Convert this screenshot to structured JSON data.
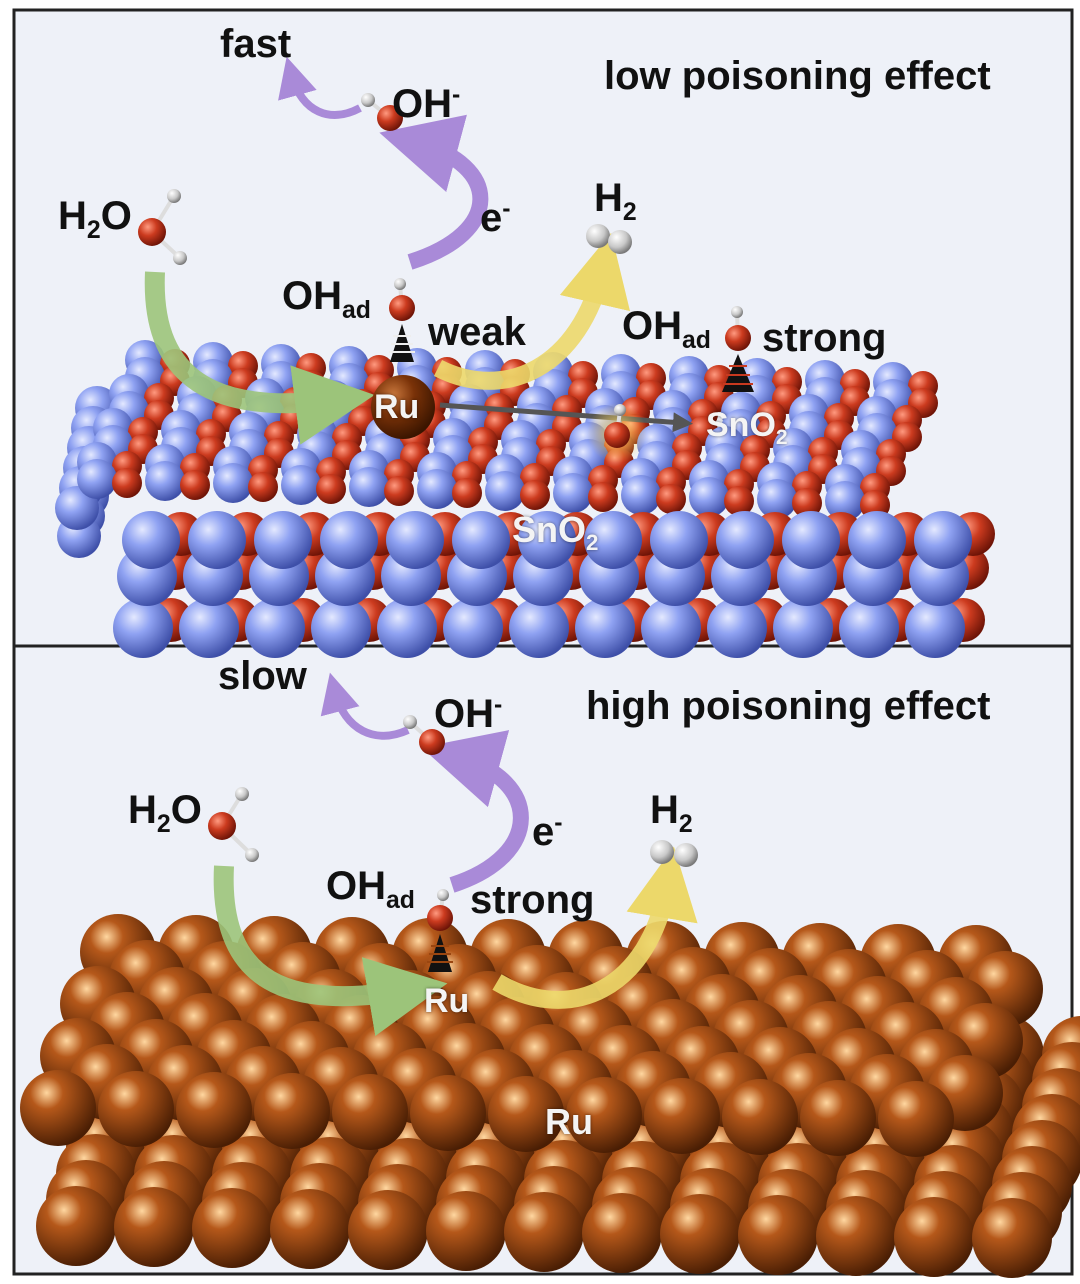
{
  "colors": {
    "panel_bg": "#eef1f8",
    "tin": "#8c9ff2",
    "oxygen": "#c8391f",
    "ruthenium": "#9a4610",
    "arrow_purple": "#a98ad8",
    "arrow_green": "#9cc47a",
    "arrow_yellow": "#ecd86a"
  },
  "top_panel": {
    "title": "low poisoning effect",
    "speed": "fast",
    "oh_minus": "OH",
    "oh_minus_charge": "-",
    "electron": "e",
    "electron_charge": "-",
    "water_h": "H",
    "water_sub": "2",
    "water_o": "O",
    "h2_h": "H",
    "h2_sub": "2",
    "ohad_ru": "OH",
    "ohad_ru_sub": "ad",
    "ru_bond": "weak",
    "ohad_sno2": "OH",
    "ohad_sno2_sub": "ad",
    "sno2_bond": "strong",
    "ru_site": "Ru",
    "sno2_site": "SnO",
    "sno2_site_sub": "2",
    "support": "SnO",
    "support_sub": "2"
  },
  "bottom_panel": {
    "title": "high poisoning effect",
    "speed": "slow",
    "oh_minus": "OH",
    "oh_minus_charge": "-",
    "electron": "e",
    "electron_charge": "-",
    "water_h": "H",
    "water_sub": "2",
    "water_o": "O",
    "h2_h": "H",
    "h2_sub": "2",
    "ohad": "OH",
    "ohad_sub": "ad",
    "bond": "strong",
    "ru_site": "Ru",
    "support": "Ru"
  }
}
